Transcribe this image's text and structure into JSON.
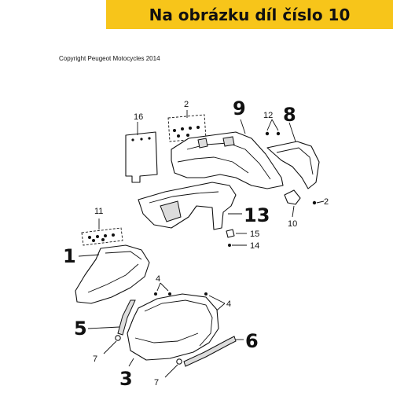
{
  "banner": {
    "text": "Na obrázku díl číslo 10",
    "color": "#f7c51a"
  },
  "copyright": "Copyright Peugeot Motocycles 2014",
  "labels": {
    "n1": "1",
    "n2": "2",
    "n2b": "2",
    "n3": "3",
    "n4": "4",
    "n4b": "4",
    "n5": "5",
    "n6": "6",
    "n7": "7",
    "n7b": "7",
    "n8": "8",
    "n9": "9",
    "n10": "10",
    "n11": "11",
    "n12": "12",
    "n13": "13",
    "n14": "14",
    "n15": "15",
    "n16": "16"
  }
}
